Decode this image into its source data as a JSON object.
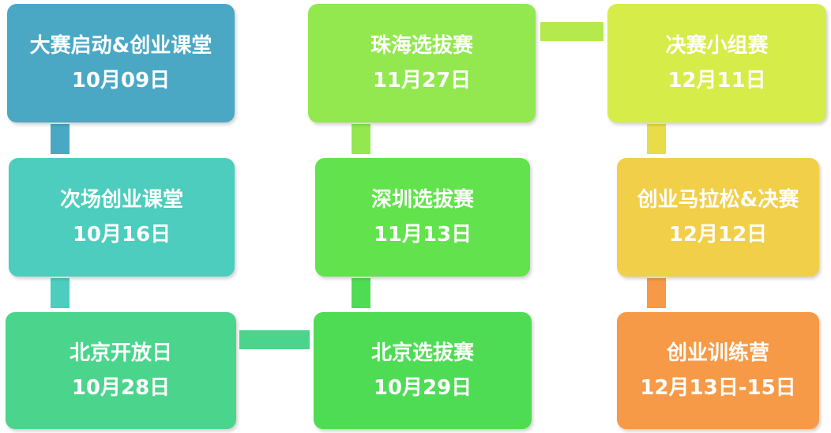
{
  "colors": {
    "b1": "#4aa8c5",
    "b2": "#4ccdbd",
    "b3": "#4bd58c",
    "b4": "#92e84e",
    "b5": "#62e24c",
    "b6": "#4fdc55",
    "b7": "#d6ec48",
    "b8": "#f1cf48",
    "b9": "#f69a47"
  },
  "boxes": [
    {
      "title": "大赛启动&创业课堂",
      "date": "10月09日"
    },
    {
      "title": "次场创业课堂",
      "date": "10月16日"
    },
    {
      "title": "北京开放日",
      "date": "10月28日"
    },
    {
      "title": "珠海选拔赛",
      "date": "11月27日"
    },
    {
      "title": "深圳选拔赛",
      "date": "11月13日"
    },
    {
      "title": "北京选拔赛",
      "date": "10月29日"
    },
    {
      "title": "决赛小组赛",
      "date": "12月11日"
    },
    {
      "title": "创业马拉松&决赛",
      "date": "12月12日"
    },
    {
      "title": "创业训练营",
      "date": "12月13日-15日"
    }
  ]
}
